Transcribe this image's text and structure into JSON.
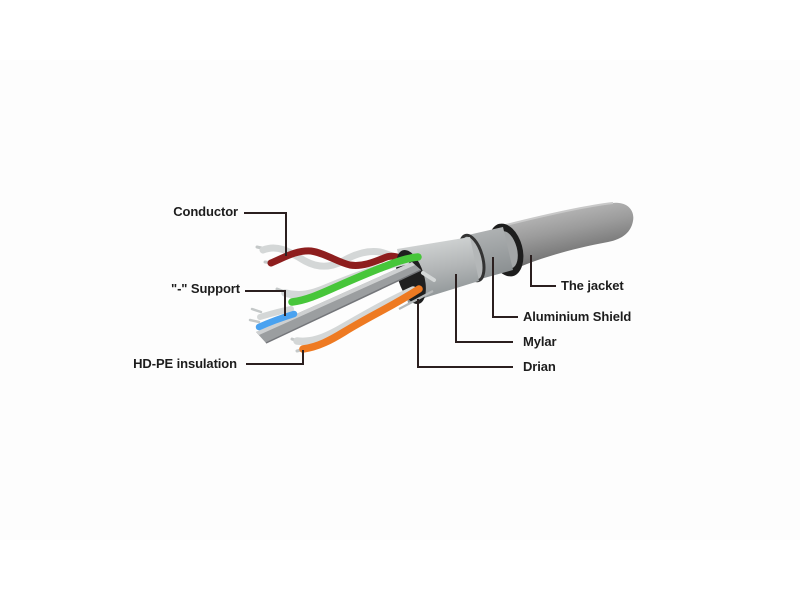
{
  "diagram": {
    "labels": {
      "conductor": "Conductor",
      "support": "\"-\" Support",
      "hdpe_insulation": "HD-PE insulation",
      "jacket": "The jacket",
      "aluminium_shield": "Aluminium Shield",
      "mylar": "Mylar",
      "drian": "Drian"
    },
    "colors": {
      "background": "#ffffff",
      "canvas": "#fdfdfd",
      "text": "#1d1d1d",
      "leader_line": "#2b1f1f",
      "wire_maroon": "#8e1e1e",
      "wire_green": "#47c63a",
      "wire_orange": "#ee7a22",
      "wire_blue": "#4aa2f0",
      "wire_white": "#d4d7d7",
      "wire_tip": "#c4c8c8",
      "ring_black": "#1d1d1d",
      "opening_black": "#1f1f1f",
      "drain_wire": "#b6b9ba",
      "spine_gray": "#9b9ea0",
      "spine_highlight": "#ced0d1",
      "ring_inner_gray": "#a3a6a7",
      "shield_ellipse_gray": "#b4b7b8"
    }
  }
}
